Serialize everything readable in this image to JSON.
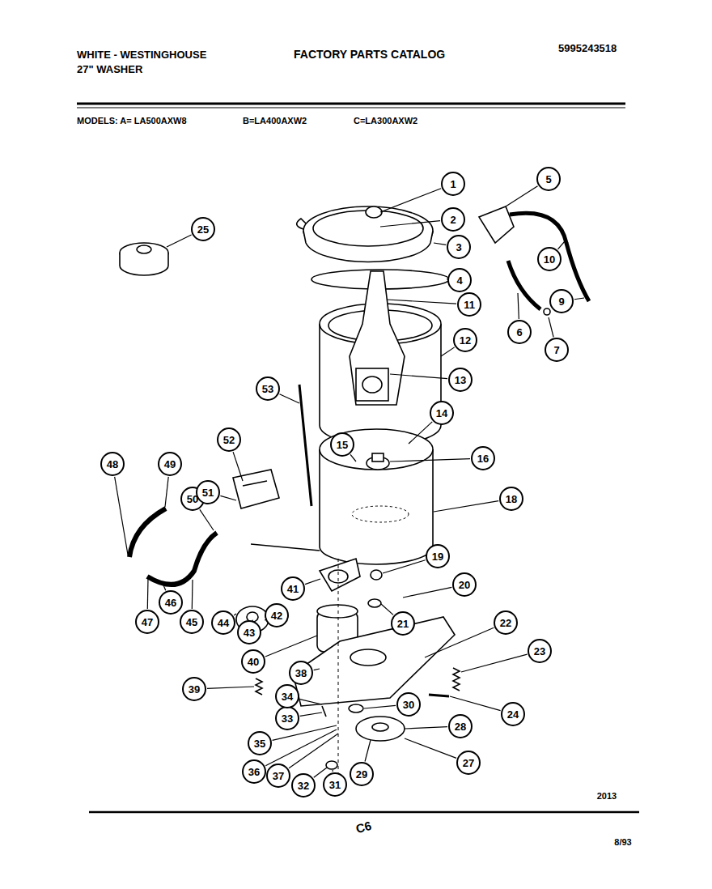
{
  "diagram": {
    "title": "FACTORY PARTS CATALOG",
    "nodes": [
      {
        "text": [
          "1"
        ]
      },
      {
        "text": [
          "2"
        ]
      },
      {
        "text": [
          "3"
        ]
      },
      {
        "text": [
          "4"
        ]
      },
      {
        "text": [
          "5"
        ]
      },
      {
        "text": [
          "6"
        ]
      },
      {
        "text": [
          "7"
        ]
      },
      {
        "text": [
          "9"
        ]
      },
      {
        "text": [
          "10"
        ]
      },
      {
        "text": [
          "11"
        ]
      },
      {
        "text": [
          "12"
        ]
      },
      {
        "text": [
          "13"
        ]
      },
      {
        "text": [
          "14"
        ]
      },
      {
        "text": [
          "15"
        ]
      },
      {
        "text": [
          "16"
        ]
      },
      {
        "text": [
          "18"
        ]
      },
      {
        "text": [
          "19"
        ]
      },
      {
        "text": [
          "20"
        ]
      },
      {
        "text": [
          "21"
        ]
      },
      {
        "text": [
          "22"
        ]
      },
      {
        "text": [
          "23"
        ]
      },
      {
        "text": [
          "24"
        ]
      },
      {
        "text": [
          "25"
        ]
      },
      {
        "text": [
          "27"
        ]
      },
      {
        "text": [
          "28"
        ]
      },
      {
        "text": [
          "29"
        ]
      },
      {
        "text": [
          "30"
        ]
      },
      {
        "text": [
          "31"
        ]
      },
      {
        "text": [
          "32"
        ]
      },
      {
        "text": [
          "33"
        ]
      },
      {
        "text": [
          "34"
        ]
      },
      {
        "text": [
          "35"
        ]
      },
      {
        "text": [
          "36"
        ]
      },
      {
        "text": [
          "37"
        ]
      },
      {
        "text": [
          "38"
        ]
      },
      {
        "text": [
          "39"
        ]
      },
      {
        "text": [
          "40"
        ]
      },
      {
        "text": [
          "41"
        ]
      },
      {
        "text": [
          "42"
        ]
      },
      {
        "text": [
          "43"
        ]
      },
      {
        "text": [
          "44"
        ]
      },
      {
        "text": [
          "45"
        ]
      },
      {
        "text": [
          "46"
        ]
      },
      {
        "text": [
          "47"
        ]
      },
      {
        "text": [
          "48"
        ]
      },
      {
        "text": [
          "49"
        ]
      },
      {
        "text": [
          "50"
        ]
      },
      {
        "text": [
          "51"
        ]
      },
      {
        "text": [
          "52"
        ]
      },
      {
        "text": [
          "53"
        ]
      }
    ],
    "labels": [
      "WHITE - WESTINGHOUSE",
      "27\" WASHER",
      "5995243518",
      "MODELS: A= LA500AXW8",
      "B=LA400AXW2",
      "C=LA300AXW2",
      "2013",
      "C6",
      "8/93"
    ]
  }
}
